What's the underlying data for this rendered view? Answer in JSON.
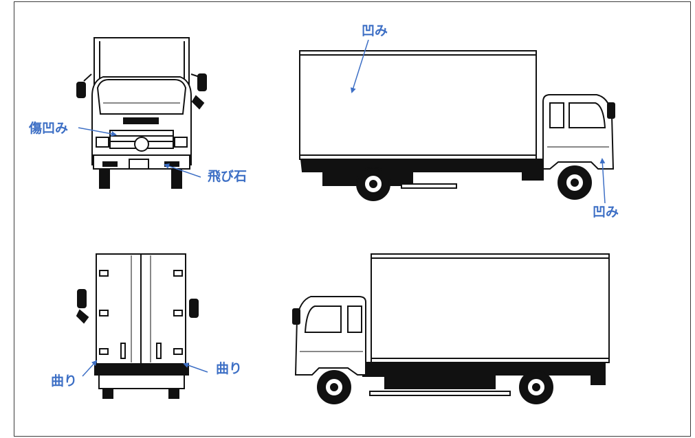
{
  "labels": {
    "front_scratch_dent": "傷凹み",
    "front_stone_chip": "飛び石",
    "side_box_dent": "凹み",
    "side_cab_dent": "凹み",
    "rear_left_bend": "曲り",
    "rear_right_bend": "曲り"
  },
  "colors": {
    "annotation": "#3d6fc5",
    "ink": "#111111",
    "frame": "#3a3a3a"
  }
}
